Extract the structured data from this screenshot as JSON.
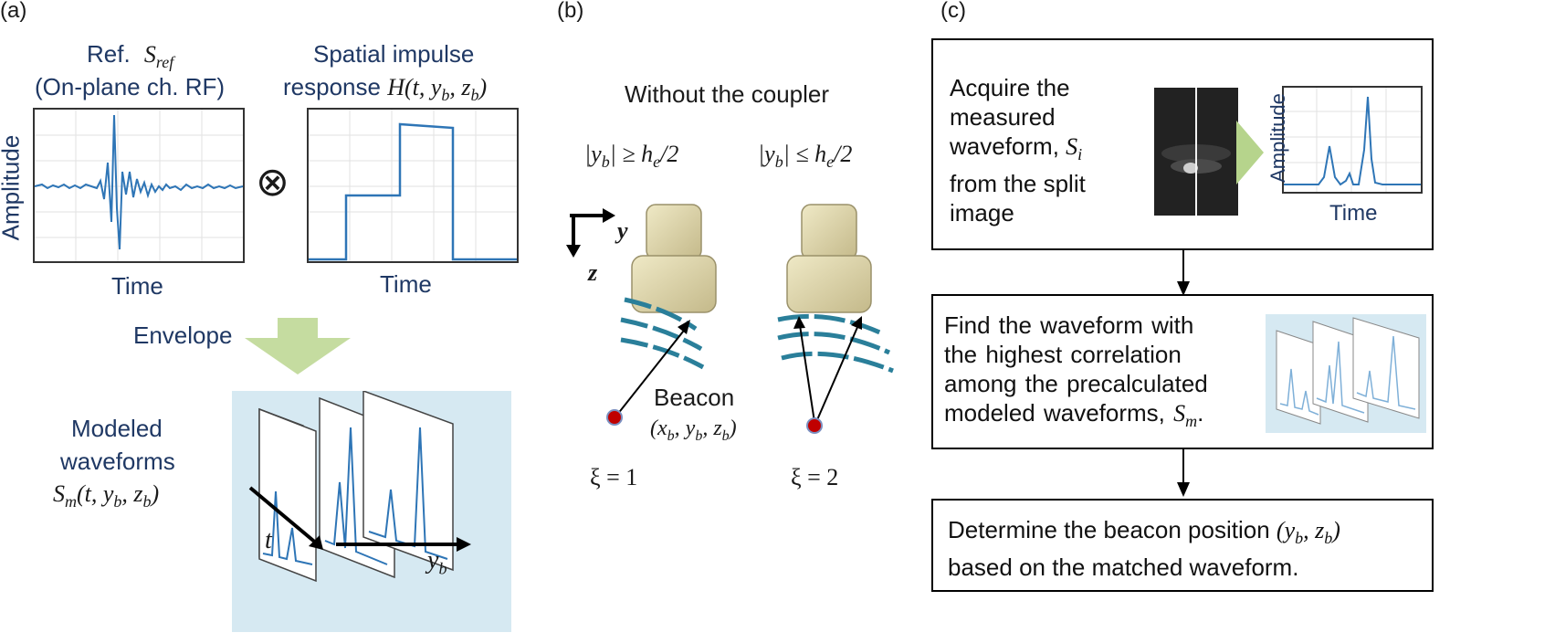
{
  "panel_a": {
    "letter": "(a)",
    "ref_line1_prefix": "Ref.",
    "ref_symbol": "S",
    "ref_sub": "ref",
    "ref_line2": "(On-plane ch. RF)",
    "sir_line1": "Spatial impulse",
    "sir_line2_prefix": "response",
    "sir_func": "H(t, y",
    "sir_sub1": "b",
    "sir_mid": ", z",
    "sir_sub2": "b",
    "sir_close": ")",
    "amplitude_label": "Amplitude",
    "time_label_1": "Time",
    "time_label_2": "Time",
    "convolution_symbol": "⊗",
    "envelope_label": "Envelope",
    "modeled_line1": "Modeled",
    "modeled_line2": "waveforms",
    "modeled_func": "S",
    "modeled_sub": "m",
    "modeled_args": "(t, y",
    "modeled_args_sub1": "b",
    "modeled_args_mid": ", z",
    "modeled_args_sub2": "b",
    "modeled_args_close": ")",
    "axis_t": "t",
    "axis_yb": "y",
    "axis_yb_sub": "b"
  },
  "panel_b": {
    "letter": "(b)",
    "title": "Without the coupler",
    "cond1": "|y",
    "cond1_sub": "b",
    "cond1_rest": "| ≥ h",
    "cond1_sub2": "e",
    "cond1_end": "/2",
    "cond2": "|y",
    "cond2_sub": "b",
    "cond2_rest": "| ≤ h",
    "cond2_sub2": "e",
    "cond2_end": "/2",
    "axis_y": "y",
    "axis_z": "z",
    "beacon_label": "Beacon",
    "beacon_coords": "(x",
    "beacon_sub1": "b",
    "beacon_mid1": ", y",
    "beacon_sub2": "b",
    "beacon_mid2": ", z",
    "beacon_sub3": "b",
    "beacon_close": ")",
    "xi1": "ξ = 1",
    "xi2": "ξ = 2"
  },
  "panel_c": {
    "letter": "(c)",
    "step1_lines": [
      "Acquire the",
      "measured",
      "waveform,",
      "from the split",
      "image"
    ],
    "step1_symbol": "S",
    "step1_sub": "i",
    "step1_amplitude": "Amplitude",
    "step1_time": "Time",
    "step2_lines": [
      "Find the waveform with",
      "the highest correlation",
      "among the precalculated",
      "modeled waveforms,"
    ],
    "step2_symbol": "S",
    "step2_sub": "m",
    "step2_end": ".",
    "step3_line1": "Determine the beacon position",
    "step3_coords": "(y",
    "step3_sub1": "b",
    "step3_mid": ", z",
    "step3_sub2": "b",
    "step3_close": ")",
    "step3_line2": "based on the matched waveform."
  },
  "colors": {
    "navy_text": "#1f3864",
    "signal_blue": "#2e75b6",
    "envelope_green": "#c5dca0",
    "panel_bg": "#d6e9f2",
    "transducer": "#dcd4a6",
    "wave_teal": "#2a7f9a",
    "beacon_red": "#c00000"
  }
}
